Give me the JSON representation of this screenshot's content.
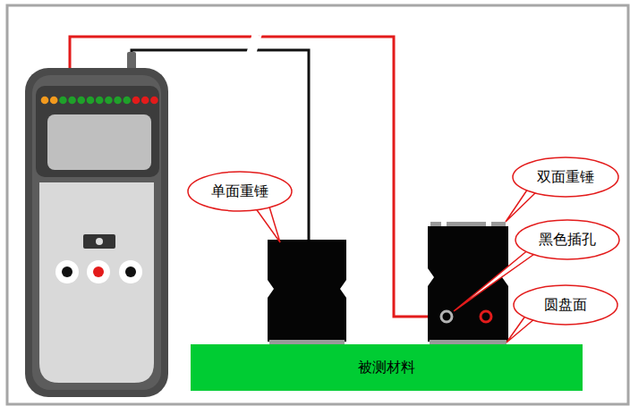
{
  "diagram": {
    "nodes": [
      {
        "text": [
          "双面重锤"
        ]
      },
      {
        "text": [
          "单面重锤"
        ]
      },
      {
        "text": [
          "黑色插孔"
        ]
      },
      {
        "text": [
          "圆盘面"
        ]
      },
      {
        "text": [
          "被测材料"
        ]
      }
    ]
  }
}
